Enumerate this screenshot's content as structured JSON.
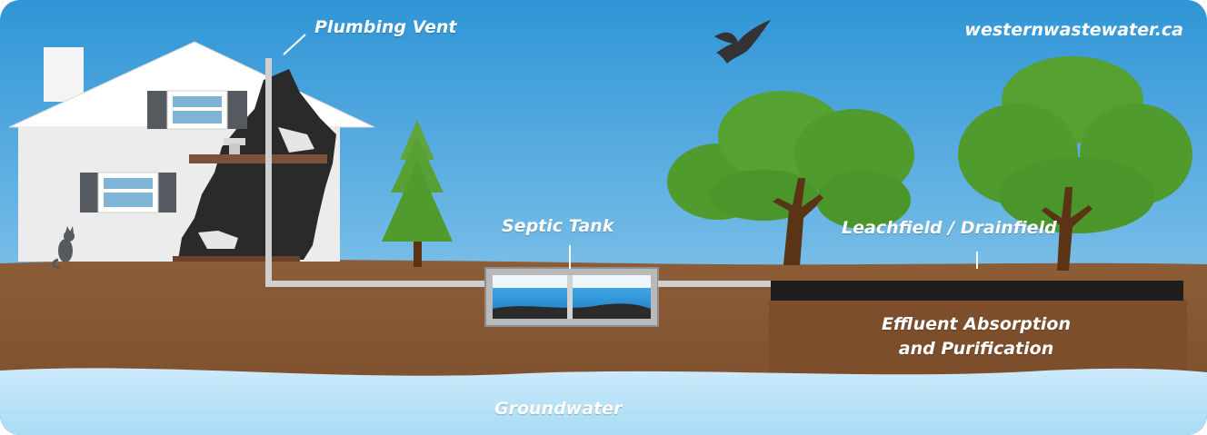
{
  "site": "westernwastewater.ca",
  "labels": {
    "plumbing_vent": "Plumbing Vent",
    "septic_tank": "Septic Tank",
    "leachfield": "Leachfield / Drainfield",
    "effluent_line1": "Effluent Absorption",
    "effluent_line2": "and Purification",
    "groundwater": "Groundwater"
  },
  "colors": {
    "sky_top": "#2f95d6",
    "sky_bottom": "#8fcbef",
    "ground": "#8a5a35",
    "ground_dark": "#6e4526",
    "water": "#bfe4f7",
    "tree_green": "#4f9b2d",
    "trunk": "#5a3414",
    "pipe": "#c8c8c8",
    "drain_bar": "#1e1e1e"
  }
}
